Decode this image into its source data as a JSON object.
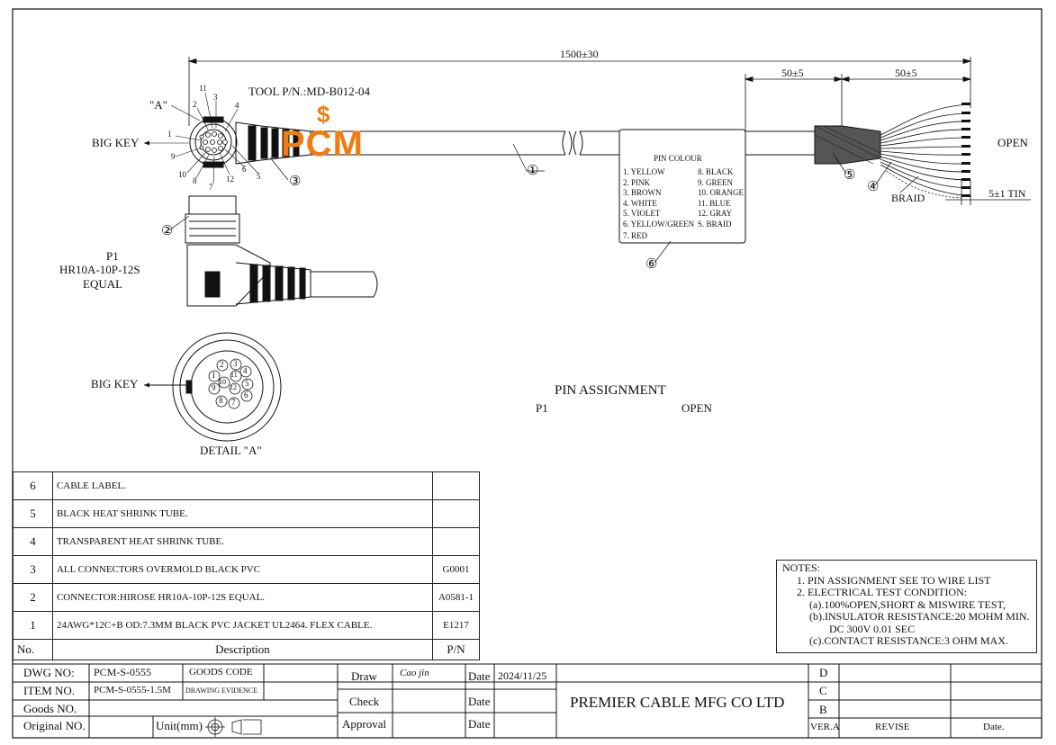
{
  "drawing": {
    "total_length": "1500±30",
    "strip_length_1": "50±5",
    "strip_length_2": "50±5",
    "tin_length": "5±1 TIN",
    "tool_pn": "TOOL P/N.:MD-B012-04",
    "label_a": "\"A\"",
    "big_key_1": "BIG KEY",
    "big_key_2": "BIG KEY",
    "open_end": "OPEN",
    "braid": "BRAID",
    "p1_label": "P1",
    "p1_part": "HR10A-10P-12S",
    "p1_equal": "EQUAL",
    "detail_a": "DETAIL \"A\"",
    "pin_assignment_title": "PIN  ASSIGNMENT",
    "pin_assignment_p1": "P1",
    "pin_assignment_open": "OPEN",
    "logo_text": "PCM",
    "logo_mark": "$",
    "callouts": [
      "①",
      "②",
      "③",
      "④",
      "⑤",
      "⑥"
    ],
    "connector_pins": [
      "1",
      "2",
      "3",
      "4",
      "5",
      "6",
      "7",
      "8",
      "9",
      "10",
      "11",
      "12"
    ]
  },
  "pin_colour": {
    "title": "PIN  COLOUR",
    "left": [
      "1. YELLOW",
      "2. PINK",
      "3. BROWN",
      "4. WHITE",
      "5. VIOLET",
      "6. YELLOW/GREEN",
      "7. RED"
    ],
    "right": [
      "8. BLACK",
      "9.  GREEN",
      "10. ORANGE",
      "11. BLUE",
      "12. GRAY",
      "S.  BRAID"
    ]
  },
  "bom": {
    "rows": [
      {
        "no": "6",
        "desc": "CABLE LABEL.",
        "pn": ""
      },
      {
        "no": "5",
        "desc": "BLACK HEAT SHRINK TUBE.",
        "pn": ""
      },
      {
        "no": "4",
        "desc": "TRANSPARENT HEAT SHRINK TUBE.",
        "pn": ""
      },
      {
        "no": "3",
        "desc": "ALL CONNECTORS OVERMOLD BLACK PVC",
        "pn": "G0001"
      },
      {
        "no": "2",
        "desc": "CONNECTOR:HIROSE HR10A-10P-12S EQUAL.",
        "pn": "A0581-1"
      },
      {
        "no": "1",
        "desc": "24AWG*12C+B OD:7.3MM BLACK PVC JACKET UL2464. FLEX CABLE.",
        "pn": "E1217"
      }
    ],
    "header": {
      "no": "No.",
      "desc": "Description",
      "pn": "P/N"
    }
  },
  "notes": {
    "title": "NOTES:",
    "lines": [
      "1.  PIN ASSIGNMENT SEE TO WIRE LIST",
      "2.  ELECTRICAL TEST CONDITION:",
      "(a).100%OPEN,SHORT & MISWIRE TEST,",
      "(b).INSULATOR RESISTANCE:20 MOHM MIN.",
      "DC 300V 0.01 SEC",
      "(c).CONTACT RESISTANCE:3 OHM MAX."
    ]
  },
  "title_block": {
    "dwg_no_label": "DWG NO:",
    "dwg_no": "PCM-S-0555",
    "goods_code_label": "GOODS CODE",
    "item_no_label": "ITEM NO.",
    "item_no": "PCM-S-0555-1.5M",
    "drawing_evidence": "DRAWING EVIDENCE",
    "goods_no_label": "Goods NO.",
    "original_no_label": "Original NO.",
    "unit_label": "Unit(mm)",
    "draw_label": "Draw",
    "draw_sign": "Cao jin",
    "check_label": "Check",
    "approval_label": "Approval",
    "date_label": "Date",
    "date_value": "2024/11/25",
    "company": "PREMIER CABLE MFG CO LTD",
    "rev_d": "D",
    "rev_c": "C",
    "rev_b": "B",
    "ver_a": "VER.A",
    "revise": "REVISE",
    "date_col": "Date."
  }
}
